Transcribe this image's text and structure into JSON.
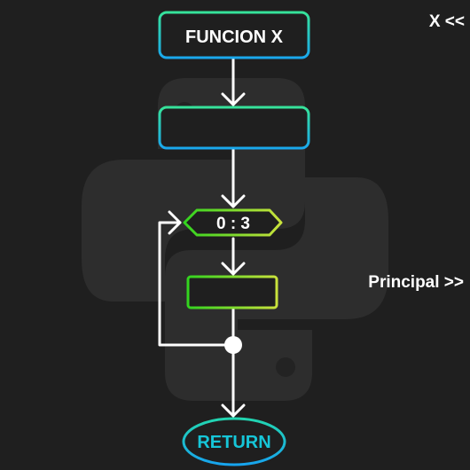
{
  "nodes": {
    "function_title": "FUNCION X",
    "loop_range": "0 : 3",
    "return_label": "RETURN"
  },
  "navigation": {
    "back_label": "X <<",
    "next_label": "Principal >>"
  },
  "watermark": {
    "icon": "python-logo-icon"
  },
  "colors": {
    "background": "#1f1f1f",
    "connector": "#ffffff",
    "function_gradient": [
      "#36e39a",
      "#1aa7ec"
    ],
    "loop_gradient": [
      "#33d41f",
      "#c9e23c"
    ],
    "return_gradient": [
      "#22d6b0",
      "#17a4ee"
    ],
    "return_text": "#16c6d8"
  }
}
